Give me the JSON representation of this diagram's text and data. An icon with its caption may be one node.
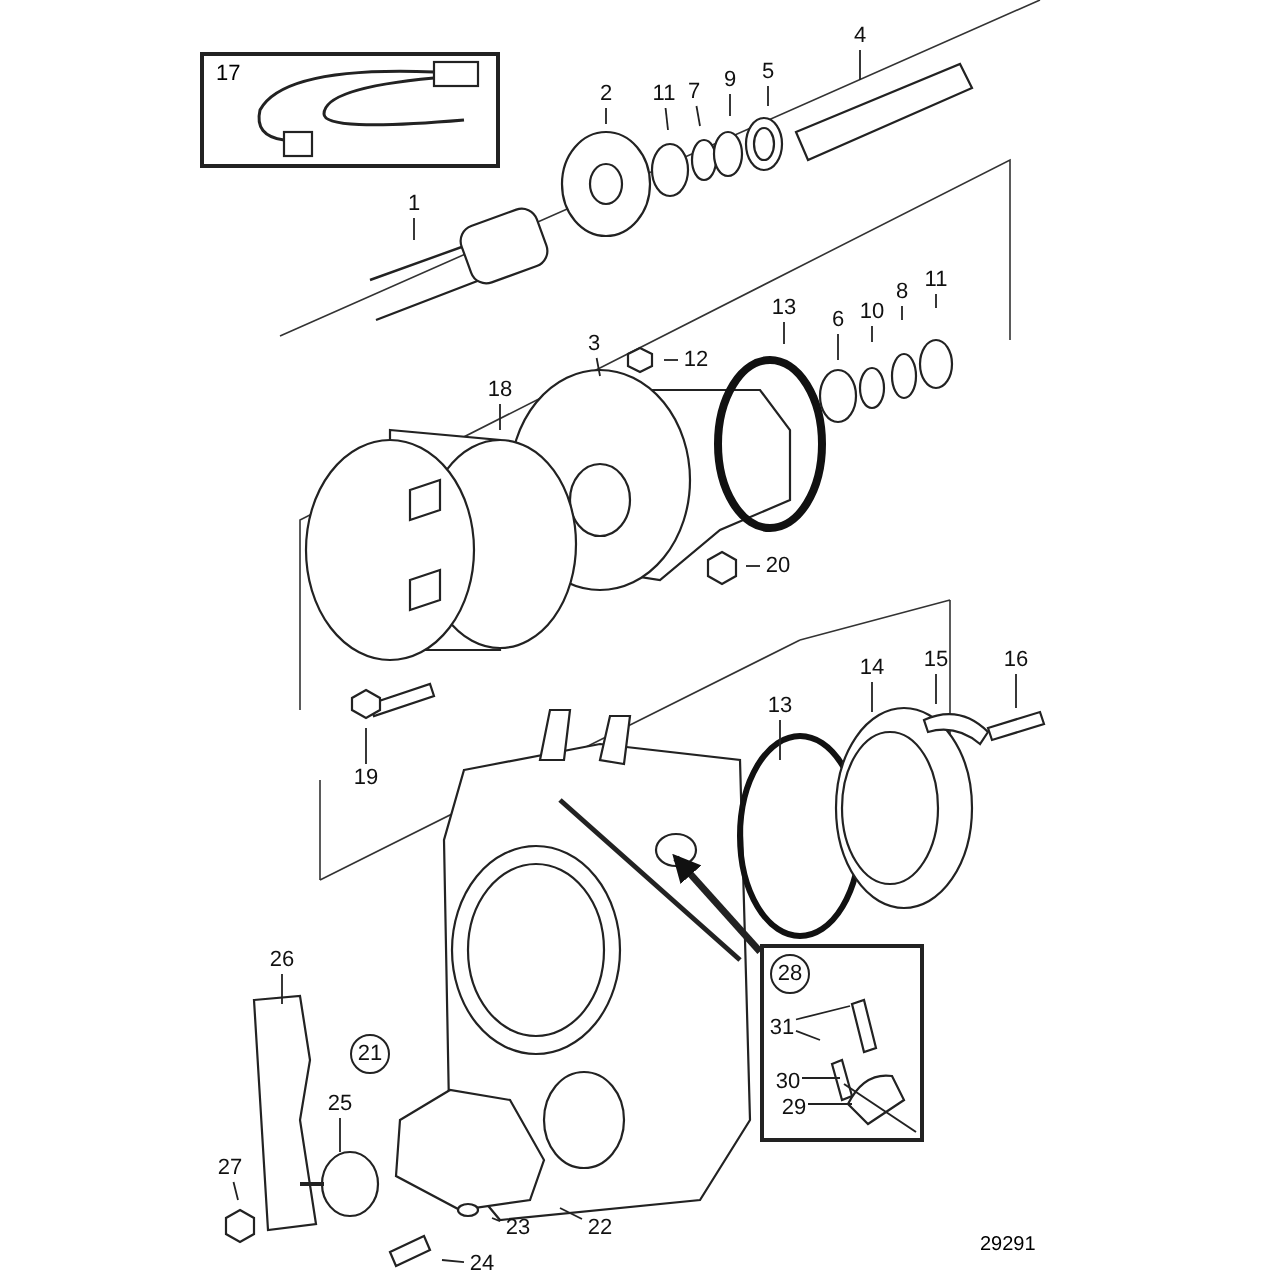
{
  "diagram": {
    "nodes": [
      {
        "text": [
          "17"
        ]
      },
      {
        "text": [
          "2"
        ]
      },
      {
        "text": [
          "11"
        ]
      },
      {
        "text": [
          "7"
        ]
      },
      {
        "text": [
          "9"
        ]
      },
      {
        "text": [
          "5"
        ]
      },
      {
        "text": [
          "4"
        ]
      },
      {
        "text": [
          "1"
        ]
      },
      {
        "text": [
          "13"
        ]
      },
      {
        "text": [
          "6"
        ]
      },
      {
        "text": [
          "10"
        ]
      },
      {
        "text": [
          "8"
        ]
      },
      {
        "text": [
          "11"
        ]
      },
      {
        "text": [
          "3"
        ]
      },
      {
        "text": [
          "12"
        ]
      },
      {
        "text": [
          "18"
        ]
      },
      {
        "text": [
          "20"
        ]
      },
      {
        "text": [
          "19"
        ]
      },
      {
        "text": [
          "14"
        ]
      },
      {
        "text": [
          "15"
        ]
      },
      {
        "text": [
          "16"
        ]
      },
      {
        "text": [
          "13"
        ]
      },
      {
        "text": [],
        "shape": "box"
      },
      {
        "text": [
          "28"
        ],
        "in": 22
      },
      {
        "text": [
          "31"
        ],
        "in": 22
      },
      {
        "text": [
          "30"
        ],
        "in": 22
      },
      {
        "text": [
          "29"
        ],
        "in": 22
      },
      {
        "text": [
          "26"
        ]
      },
      {
        "text": [
          "21"
        ]
      },
      {
        "text": [
          "25"
        ]
      },
      {
        "text": [
          "27"
        ]
      },
      {
        "text": [
          "22"
        ]
      },
      {
        "text": [
          "23"
        ]
      },
      {
        "text": [
          "24"
        ]
      }
    ],
    "edges": [
      {
        "from": 1,
        "to": null,
        "arrow": "none"
      },
      {
        "from": 2,
        "to": null,
        "arrow": "none"
      },
      {
        "from": 3,
        "to": null,
        "arrow": "none"
      },
      {
        "from": 4,
        "to": null,
        "arrow": "none"
      },
      {
        "from": 5,
        "to": null,
        "arrow": "none"
      },
      {
        "from": 6,
        "to": null,
        "arrow": "none"
      },
      {
        "from": 7,
        "to": null,
        "arrow": "none"
      },
      {
        "from": 8,
        "to": null,
        "arrow": "none"
      },
      {
        "from": 9,
        "to": null,
        "arrow": "none"
      },
      {
        "from": 10,
        "to": null,
        "arrow": "none"
      },
      {
        "from": 11,
        "to": null,
        "arrow": "none"
      },
      {
        "from": 12,
        "to": null,
        "arrow": "none"
      },
      {
        "from": 13,
        "to": null,
        "arrow": "none"
      },
      {
        "from": 14,
        "to": null,
        "arrow": "none"
      },
      {
        "from": 15,
        "to": null,
        "arrow": "none"
      },
      {
        "from": 16,
        "to": null,
        "arrow": "none"
      },
      {
        "from": 17,
        "to": null,
        "arrow": "none"
      },
      {
        "from": 18,
        "to": null,
        "arrow": "none"
      },
      {
        "from": 19,
        "to": null,
        "arrow": "none"
      },
      {
        "from": 20,
        "to": null,
        "arrow": "none"
      },
      {
        "from": 21,
        "to": null,
        "arrow": "none"
      },
      {
        "from": 24,
        "to": null,
        "arrow": "none"
      },
      {
        "from": 24,
        "to": null,
        "arrow": "none"
      },
      {
        "from": 25,
        "to": null,
        "arrow": "none"
      },
      {
        "from": 26,
        "to": null,
        "arrow": "none"
      },
      {
        "from": 27,
        "to": null,
        "arrow": "none"
      },
      {
        "from": 29,
        "to": null,
        "arrow": "none"
      },
      {
        "from": 30,
        "to": null,
        "arrow": "none"
      },
      {
        "from": 31,
        "to": null,
        "arrow": "none"
      },
      {
        "from": 32,
        "to": null,
        "arrow": "none"
      },
      {
        "from": 33,
        "to": null,
        "arrow": "none"
      },
      {
        "from": 22,
        "to": null,
        "arrow": "to",
        "style": "thick"
      }
    ],
    "labels": [
      "29291"
    ]
  }
}
